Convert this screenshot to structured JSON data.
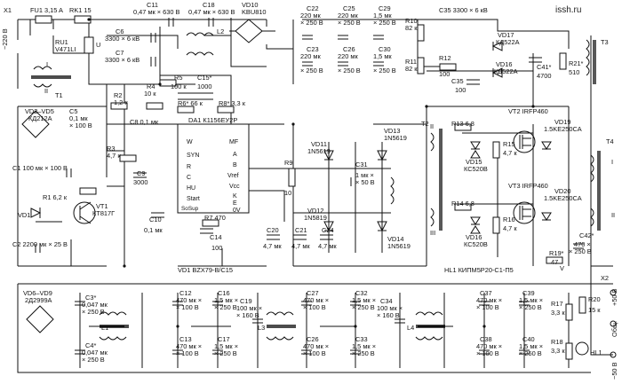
{
  "watermark": "issh.ru",
  "labels": {
    "x1": "X1",
    "fu1": "FU1 3,15 A",
    "rk1": "RK1 15",
    "mains": "~220 B",
    "ru1": "RU1",
    "ru1_type": "V471LI",
    "u_mark": "U",
    "c6": "C6",
    "c6_val": "3300 × 6 кВ",
    "c7": "C7",
    "c7_val": "3300 × 6 кВ",
    "c11": "C11",
    "c11_val": "0,47 мк × 630 В",
    "c18": "C18",
    "c18_val": "0,47 мк × 630 В",
    "l2": "L2",
    "vd10": "VD10",
    "vd10_type": "KBU810",
    "t1": "T1",
    "vd2_vd5": "VD2–VD5",
    "vd2_type": "КД212А",
    "c5": "C5",
    "c5_val": "0,1 мк",
    "c5_val2": "× 100 В",
    "c1": "C1 100 мк × 100 В",
    "r1": "R1 6,2 к",
    "vd1": "VD1",
    "vt1": "VT1",
    "vt1_type": "КТ817Г",
    "c2": "C2 2200 мк × 25 В",
    "r2": "R2",
    "r2_val": "1,2 к",
    "r4": "R4",
    "r4_val": "10 к",
    "r5": "R5",
    "r5_val": "100 к",
    "c15": "C15*",
    "c15_val": "1000",
    "c8": "C8 0,1 мк",
    "r6": "R6* 66 к",
    "r8": "R8* 3,3 к",
    "da1": "DA1 К1156ЕУ2Р",
    "r3": "R3",
    "r3_val": "4,7 к",
    "c9": "C9",
    "c9_val": "3000",
    "c10": "C10",
    "c10_val": "0,1 мк",
    "r7": "R7 470",
    "c14": "C14",
    "c14_val": "100",
    "vd1_bottom": "VD1 BZX79-B/C15",
    "pins_left": [
      "W",
      "SYN",
      "R",
      "C",
      "HU",
      "Start",
      "SoSup"
    ],
    "pins_right": [
      "MF",
      "A",
      "B",
      "Vref",
      "Vcc",
      "K",
      "E",
      "0V"
    ],
    "r9": "R9",
    "r9_val": "10",
    "vd11": "VD11",
    "vd11_type": "1N5619",
    "vd12": "VD12",
    "vd12_type": "1N5819",
    "vd13": "VD13",
    "vd13_type": "1N5619",
    "vd14": "VD14",
    "vd14_type": "1N5619",
    "c31": "C31",
    "c31_val": "1 мк ×",
    "c31_val2": "× 50 В",
    "c20": "C20",
    "c20_val": "4,7 мк",
    "c21": "C21",
    "c21_val": "4,7 мк",
    "c24": "C24",
    "c24_val": "4,7 мк",
    "c22": "C22",
    "c22_val": "220 мк",
    "c22_val2": "× 250 В",
    "c23": "C23",
    "c23_val": "220 мк",
    "c23_val2": "× 250 В",
    "c25": "C25",
    "c25_val": "220 мк",
    "c25_val2": "× 250 В",
    "c26": "C26",
    "c26_val": "220 мк",
    "c26_val2": "× 250 В",
    "c29": "C29",
    "c29_val": "1,5 мк",
    "c29_val2": "× 250 В",
    "c30": "C30",
    "c30_val": "1,5 мк",
    "c30_val2": "× 250 В",
    "r10": "R10",
    "r10_val": "82 к",
    "r11": "R11",
    "r11_val": "82 к",
    "c35": "C35 3300 × 6 кВ",
    "c35b": "C35",
    "c35b_val": "100",
    "r12": "R12",
    "r12_val": "100",
    "vd17": "VD17",
    "vd17_type": "КД522А",
    "vd16": "VD16",
    "vd16_type": "КД522А",
    "c41": "C41*",
    "c41_val": "4700",
    "r21": "R21*",
    "r21_val": "510",
    "t3": "T3",
    "t2": "T2",
    "r13": "R13 6,8",
    "r14": "R14 6,8",
    "r15": "R15",
    "r15_val": "4,7 к",
    "r16": "R16",
    "r16_val": "4,7 к",
    "vd15": "VD15",
    "vd15_type": "КС520В",
    "vd16b": "VD16",
    "vd16b_type": "КС520В",
    "vt2": "VT2 IRFP460",
    "vt3": "VT3 IRFP460",
    "vd19": "VD19",
    "vd19_type": "1.5KE250CA",
    "vd20": "VD20",
    "vd20_type": "1.5KE250CA",
    "t4": "T4",
    "c42": "C42*",
    "c42_val": "470 ×",
    "c42_val2": "× 250 В",
    "r19": "R19*",
    "r19_val": "47",
    "hl1_title": "HL1 КИПМ5Р20-С1-П5",
    "x2": "X2",
    "out_plus": "+50 В",
    "out_common": "Общ.",
    "out_minus": "−50 В",
    "vd6_vd9": "VD6–VD9",
    "vd6_type": "2Д2999А",
    "c3": "C3*",
    "c3_val": "0,047 мк",
    "c3_val2": "× 250 В",
    "c4": "C4*",
    "c4_val": "0,047 мк",
    "c4_val2": "× 250 В",
    "l1": "L1",
    "l3": "L3",
    "l4": "L4",
    "c12": "C12",
    "c12_val": "470 мк ×",
    "c12_val2": "× 100 В",
    "c13": "C13",
    "c13_val": "470 мк ×",
    "c13_val2": "× 100 В",
    "c16": "C16",
    "c16_val": "1,5 мк ×",
    "c16_val2": "× 250 В",
    "c17": "C17",
    "c17_val": "1,5 мк ×",
    "c17_val2": "× 250 В",
    "c19": "C19",
    "c19_val": "100 мк ×",
    "c19_val2": "× 160 В",
    "c27": "C27",
    "c27_val": "470 мк ×",
    "c27_val2": "× 100 В",
    "c28": "C26",
    "c28_val": "470 мк ×",
    "c28_val2": "× 100 В",
    "c32": "C32",
    "c32_val": "1,5 мк ×",
    "c32_val2": "× 250 В",
    "c33": "C33",
    "c33_val": "1,5 мк ×",
    "c33_val2": "× 250 В",
    "c34": "C34",
    "c34_val": "100 мк ×",
    "c34_val2": "× 160 В",
    "c37": "C37",
    "c37_val": "470 мк ×",
    "c37_val2": "× 100 В",
    "c38": "C38",
    "c38_val": "470 мк ×",
    "c38_val2": "× 100 В",
    "c39": "C39",
    "c39_val": "1,5 мк ×",
    "c39_val2": "× 250 В",
    "c40": "C40",
    "c40_val": "1,5 мк ×",
    "c40_val2": "× 250 В",
    "r17": "R17",
    "r17_val": "3,3 к",
    "r18": "R18",
    "r18_val": "3,3 к",
    "r20": "R20",
    "r20_val": "15 к",
    "hl1": "HL1",
    "roman1": "I",
    "roman2": "II",
    "roman3": "III",
    "v_mark": "V"
  }
}
